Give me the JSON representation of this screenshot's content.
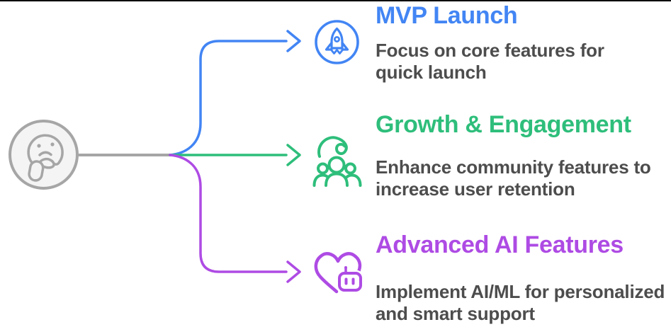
{
  "page": {
    "top_border_color": "#0a0a0a",
    "background_color": "#ffffff",
    "body_text_color": "#4d4d4d"
  },
  "root_node": {
    "icon": "thinking-face-icon",
    "color": "#a6a6a6",
    "fill": "#f4f4f4"
  },
  "items": [
    {
      "id": "mvp-launch",
      "title": "MVP Launch",
      "description_lines": [
        "Focus on core features for",
        "quick launch"
      ],
      "icon": "rocket-icon",
      "color": "#4285f4"
    },
    {
      "id": "growth-engagement",
      "title": "Growth & Engagement",
      "description_lines": [
        "Enhance community features to",
        "increase user retention"
      ],
      "icon": "community-icon",
      "color": "#2ebe7b"
    },
    {
      "id": "advanced-ai-features",
      "title": "Advanced AI Features",
      "description_lines": [
        "Implement AI/ML for personalized",
        "and smart support"
      ],
      "icon": "heart-robot-icon",
      "color": "#ae4be4"
    }
  ]
}
